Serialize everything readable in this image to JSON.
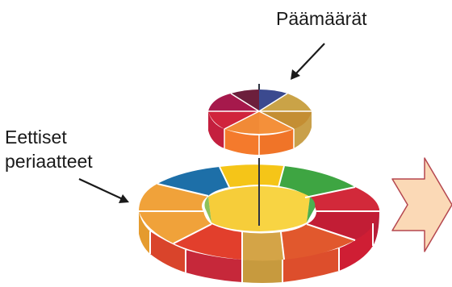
{
  "labels": {
    "goals": "Päämäärät",
    "principles_line1": "Eettiset",
    "principles_line2": "periaatteet"
  },
  "colors": {
    "arrow_fill": "#fbd9b6",
    "arrow_stroke": "#b5474f",
    "axis": "#2e3340",
    "pointer": "#1a1a1a"
  },
  "icons": {
    "goals_pointer": "arrow-down-left",
    "principles_pointer": "arrow-down-right",
    "next_step": "chevron-arrow-right"
  }
}
